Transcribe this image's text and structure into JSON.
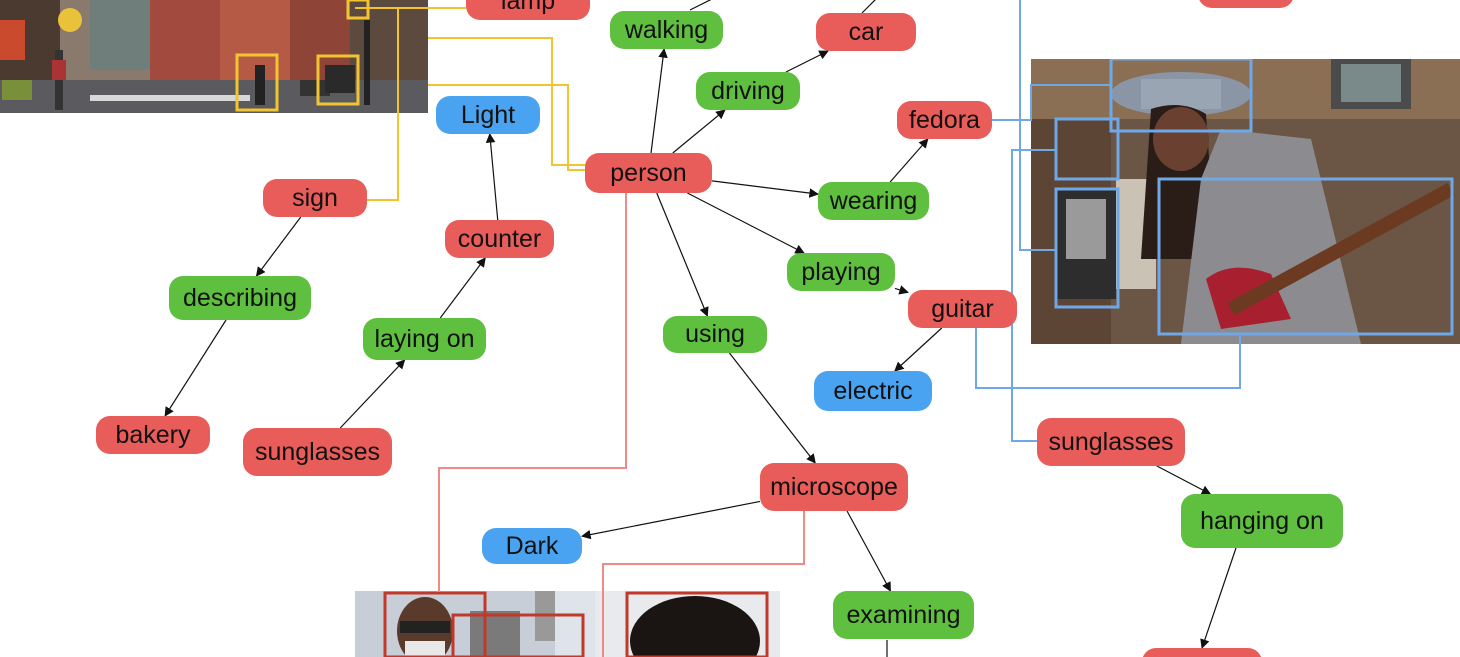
{
  "colors": {
    "object": "#e85c59",
    "relation": "#5fbf3f",
    "attribute": "#4aa3f0",
    "street_link": "#f2c530",
    "music_link": "#6fa8e6",
    "lab_link": "#f08a88",
    "arrow": "#111111"
  },
  "nodes": {
    "lamp": {
      "label": "lamp",
      "kind": "object"
    },
    "walking": {
      "label": "walking",
      "kind": "relation"
    },
    "car": {
      "label": "car",
      "kind": "object"
    },
    "driving": {
      "label": "driving",
      "kind": "relation"
    },
    "light": {
      "label": "Light",
      "kind": "attribute"
    },
    "fedora": {
      "label": "fedora",
      "kind": "object"
    },
    "person": {
      "label": "person",
      "kind": "object"
    },
    "sign": {
      "label": "sign",
      "kind": "object"
    },
    "wearing": {
      "label": "wearing",
      "kind": "relation"
    },
    "counter": {
      "label": "counter",
      "kind": "object"
    },
    "describing": {
      "label": "describing",
      "kind": "relation"
    },
    "playing": {
      "label": "playing",
      "kind": "relation"
    },
    "guitar": {
      "label": "guitar",
      "kind": "object"
    },
    "laying_on": {
      "label": "laying on",
      "kind": "relation"
    },
    "using": {
      "label": "using",
      "kind": "relation"
    },
    "electric": {
      "label": "electric",
      "kind": "attribute"
    },
    "bakery": {
      "label": "bakery",
      "kind": "object"
    },
    "sunglasses_left": {
      "label": "sunglasses",
      "kind": "object"
    },
    "sunglasses_right": {
      "label": "sunglasses",
      "kind": "object"
    },
    "microscope": {
      "label": "microscope",
      "kind": "object"
    },
    "hanging_on": {
      "label": "hanging on",
      "kind": "relation"
    },
    "dark": {
      "label": "Dark",
      "kind": "attribute"
    },
    "examining": {
      "label": "examining",
      "kind": "relation"
    }
  },
  "edges": [
    [
      "person",
      "walking"
    ],
    [
      "person",
      "driving"
    ],
    [
      "driving",
      "car"
    ],
    [
      "person",
      "wearing"
    ],
    [
      "wearing",
      "fedora"
    ],
    [
      "person",
      "playing"
    ],
    [
      "playing",
      "guitar"
    ],
    [
      "guitar",
      "electric"
    ],
    [
      "person",
      "using"
    ],
    [
      "using",
      "microscope"
    ],
    [
      "microscope",
      "dark"
    ],
    [
      "microscope",
      "examining"
    ],
    [
      "counter",
      "light"
    ],
    [
      "laying_on",
      "counter"
    ],
    [
      "sunglasses_left",
      "laying_on"
    ],
    [
      "sign",
      "describing"
    ],
    [
      "describing",
      "bakery"
    ],
    [
      "sunglasses_right",
      "hanging_on"
    ]
  ],
  "photos": [
    {
      "id": "street-photo",
      "description": "street scene"
    },
    {
      "id": "guitar-photo",
      "description": "woman playing guitar"
    },
    {
      "id": "lab-photo",
      "description": "people at microscope"
    }
  ]
}
